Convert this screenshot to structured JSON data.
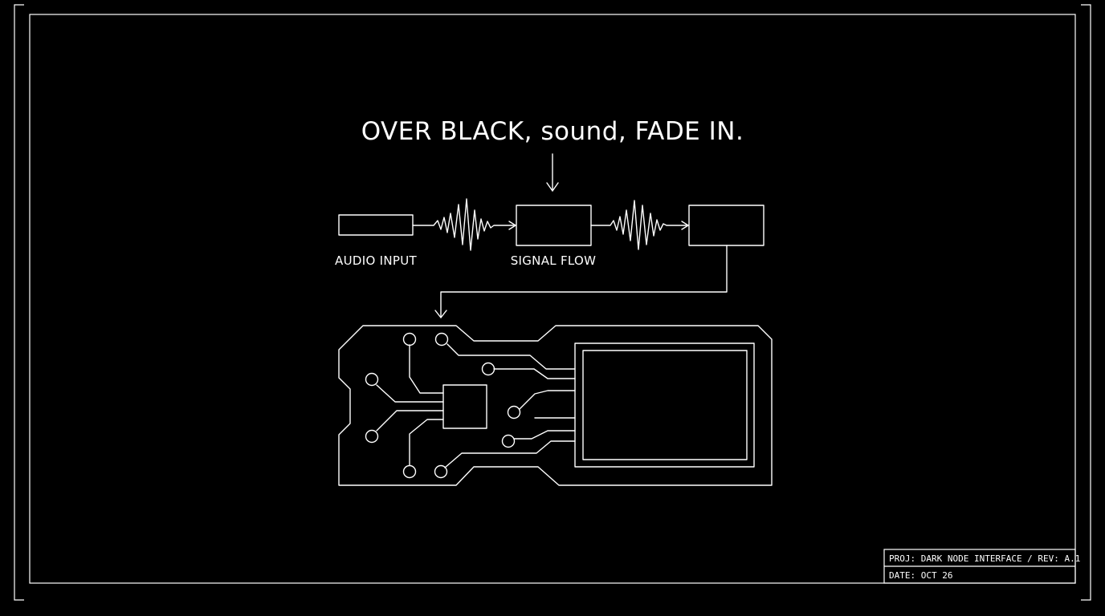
{
  "headline": "OVER BLACK, sound, FADE IN.",
  "blocks": {
    "input_label": "AUDIO INPUT",
    "signal_label": "SIGNAL FLOW"
  },
  "title_block": {
    "project": "PROJ: DARK NODE INTERFACE / REV: A.1",
    "date": "DATE: OCT 26"
  },
  "colors": {
    "background": "#000000",
    "line": "#ffffff"
  }
}
